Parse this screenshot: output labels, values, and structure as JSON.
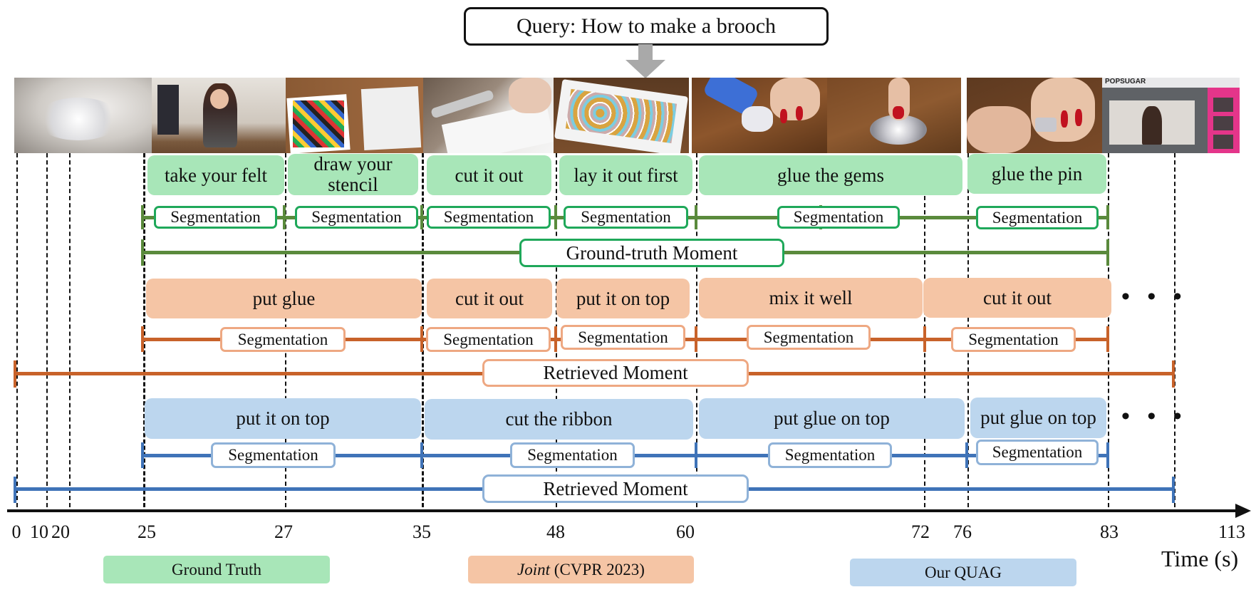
{
  "query": {
    "label": "Query: How to make a brooch"
  },
  "colors": {
    "gt_fill": "#a8e6b8",
    "gt_line": "#5a8a3c",
    "gt_border": "#1fa85a",
    "joint_fill": "#f5c5a5",
    "joint_line": "#c8622a",
    "joint_border": "#eea882",
    "quag_fill": "#bcd6ee",
    "quag_line": "#3f73b8",
    "quag_border": "#8fb2d8",
    "arrow": "#a9a9a9"
  },
  "thumbnails": [
    {
      "name": "rhinestones-title",
      "desc": "rhinestones title card"
    },
    {
      "name": "host-intro",
      "desc": "host at table"
    },
    {
      "name": "gems-box-and-felt",
      "desc": "box of gems and felt"
    },
    {
      "name": "cutting-felt",
      "desc": "scissors cutting felt"
    },
    {
      "name": "tray-of-gems",
      "desc": "tray of gems"
    },
    {
      "name": "glue-gun",
      "desc": "glue gun on gems"
    },
    {
      "name": "finished-brooch",
      "desc": "finished brooch"
    },
    {
      "name": "attach-pin",
      "desc": "attaching pin"
    },
    {
      "name": "popsugar-endcard",
      "desc": "POPSUGAR end card",
      "text": "POPSUGAR"
    }
  ],
  "timeline": {
    "ticks": [
      "0",
      "10",
      "20",
      "25",
      "27",
      "35",
      "48",
      "60",
      "72",
      "76",
      "83",
      "113"
    ],
    "axis_title": "Time (s)"
  },
  "ground_truth": {
    "captions": [
      "take your felt",
      "draw your stencil",
      "cut it out",
      "lay it out first",
      "glue the gems",
      "glue the pin"
    ],
    "segment_label": "Segmentation",
    "moment_label": "Ground-truth Moment"
  },
  "joint": {
    "captions": [
      "put glue",
      "cut it out",
      "put it on top",
      "mix it well",
      "cut it out"
    ],
    "segment_label": "Segmentation",
    "moment_label": "Retrieved Moment",
    "ellipsis": "• • •"
  },
  "quag": {
    "captions": [
      "put it on top",
      "cut the ribbon",
      "put glue on top",
      "put glue on top"
    ],
    "segment_label": "Segmentation",
    "moment_label": "Retrieved Moment",
    "ellipsis": "• • •"
  },
  "legend": {
    "ground_truth": "Ground Truth",
    "joint_italic": "Joint",
    "joint_rest": " (CVPR 2023)",
    "quag": "Our QUAG"
  }
}
